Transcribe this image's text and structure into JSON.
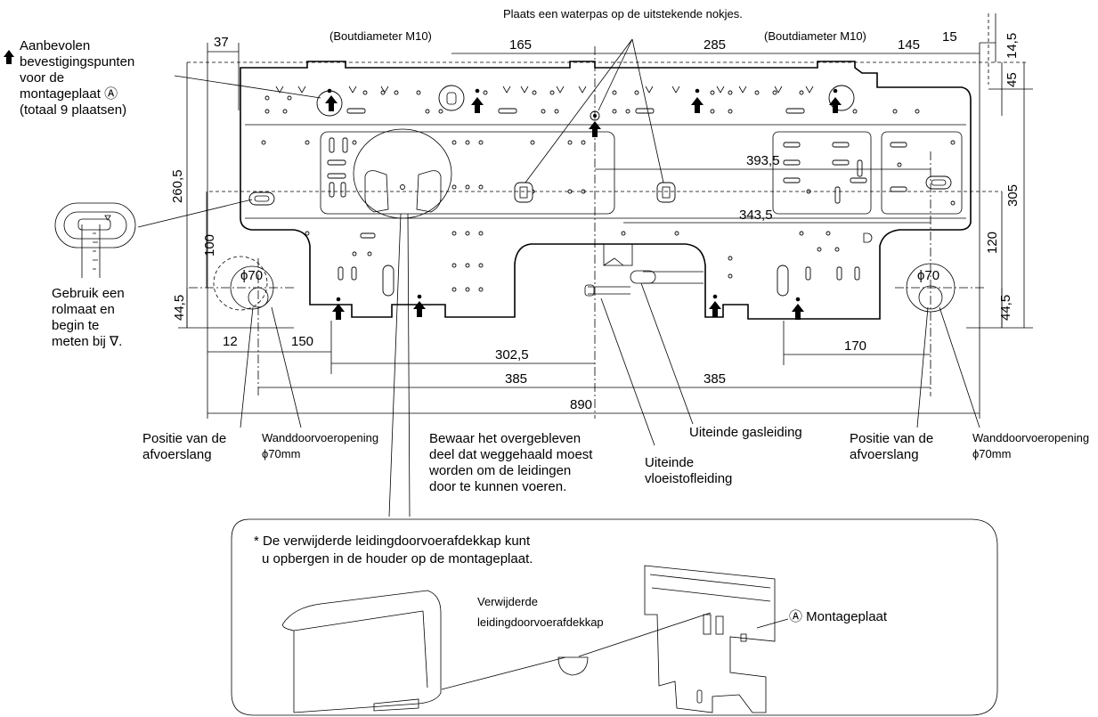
{
  "notes": {
    "level": "Plaats een waterpas op de uitstekende nokjes.",
    "bolt_left": "(Boutdiameter M10)",
    "bolt_right": "(Boutdiameter M10)",
    "recommended": [
      "Aanbevolen",
      "bevestigingspunten",
      "voor de",
      "montageplaat Ⓐ",
      "(totaal 9 plaatsen)"
    ],
    "tape": [
      "Gebruik een",
      "rolmaat en",
      "begin te",
      "meten bij ∇."
    ],
    "drain_left": [
      "Positie van de",
      "afvoerslang"
    ],
    "wall_left": [
      "Wanddoorvoeropening",
      "ϕ70mm"
    ],
    "keep": [
      "Bewaar het overgebleven",
      "deel dat weggehaald moest",
      "worden om de leidingen",
      "door te kunnen voeren."
    ],
    "liquid": [
      "Uiteinde",
      "vloeistofleiding"
    ],
    "gas": "Uiteinde gasleiding",
    "drain_right": [
      "Positie van de",
      "afvoerslang"
    ],
    "wall_right": [
      "Wanddoorvoeropening",
      "ϕ70mm"
    ]
  },
  "dimensions": {
    "d37": "37",
    "d165": "165",
    "d285": "285",
    "d145": "145",
    "d15": "15",
    "d14_5": "14,5",
    "d45": "45",
    "d260_5": "260,5",
    "d393_5": "393,5",
    "d305": "305",
    "d343_5": "343,5",
    "d100": "100",
    "d120": "120",
    "d44_5_left": "44,5",
    "d44_5_right": "44,5",
    "phi70_left": "ϕ70",
    "phi70_right": "ϕ70",
    "d12": "12",
    "d150": "150",
    "d170": "170",
    "d302_5": "302,5",
    "d385_left": "385",
    "d385_right": "385",
    "d890": "890"
  },
  "inset": {
    "note": [
      "* De verwijderde leidingdoorvoerafdekkap kunt",
      "u opbergen in de houder op de montageplaat."
    ],
    "cap": [
      "Verwijderde",
      "leidingdoorvoerafdekkap"
    ],
    "plate": "Ⓐ Montageplaat"
  }
}
